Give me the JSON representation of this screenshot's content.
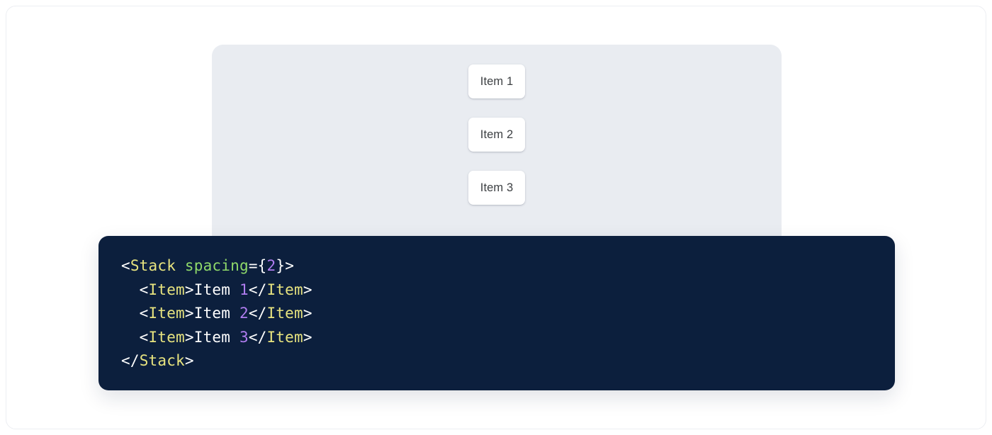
{
  "preview": {
    "panel_name": "component-preview-surface",
    "background_color": "#e9ecf1",
    "items": [
      {
        "label": "Item 1"
      },
      {
        "label": "Item 2"
      },
      {
        "label": "Item 3"
      }
    ]
  },
  "code": {
    "background_color": "#0c1f3d",
    "language": "jsx",
    "plain_text": "<Stack spacing={2}>\n  <Item>Item 1</Item>\n  <Item>Item 2</Item>\n  <Item>Item 3</Item>\n</Stack>",
    "colors": {
      "punctuation": "#ffffff",
      "tag": "#e8e47f",
      "attribute": "#8fd96a",
      "number": "#b07df0",
      "text": "#ffffff"
    },
    "lines": [
      {
        "tokens": [
          {
            "t": "<",
            "k": "punct"
          },
          {
            "t": "Stack",
            "k": "tag"
          },
          {
            "t": " ",
            "k": "punct"
          },
          {
            "t": "spacing",
            "k": "attr"
          },
          {
            "t": "=",
            "k": "punct"
          },
          {
            "t": "{",
            "k": "punct"
          },
          {
            "t": "2",
            "k": "num"
          },
          {
            "t": "}",
            "k": "punct"
          },
          {
            "t": ">",
            "k": "punct"
          }
        ]
      },
      {
        "tokens": [
          {
            "t": "  <",
            "k": "punct"
          },
          {
            "t": "Item",
            "k": "tag"
          },
          {
            "t": ">",
            "k": "punct"
          },
          {
            "t": "Item ",
            "k": "text"
          },
          {
            "t": "1",
            "k": "num"
          },
          {
            "t": "</",
            "k": "punct"
          },
          {
            "t": "Item",
            "k": "tag"
          },
          {
            "t": ">",
            "k": "punct"
          }
        ]
      },
      {
        "tokens": [
          {
            "t": "  <",
            "k": "punct"
          },
          {
            "t": "Item",
            "k": "tag"
          },
          {
            "t": ">",
            "k": "punct"
          },
          {
            "t": "Item ",
            "k": "text"
          },
          {
            "t": "2",
            "k": "num"
          },
          {
            "t": "</",
            "k": "punct"
          },
          {
            "t": "Item",
            "k": "tag"
          },
          {
            "t": ">",
            "k": "punct"
          }
        ]
      },
      {
        "tokens": [
          {
            "t": "  <",
            "k": "punct"
          },
          {
            "t": "Item",
            "k": "tag"
          },
          {
            "t": ">",
            "k": "punct"
          },
          {
            "t": "Item ",
            "k": "text"
          },
          {
            "t": "3",
            "k": "num"
          },
          {
            "t": "</",
            "k": "punct"
          },
          {
            "t": "Item",
            "k": "tag"
          },
          {
            "t": ">",
            "k": "punct"
          }
        ]
      },
      {
        "tokens": [
          {
            "t": "</",
            "k": "punct"
          },
          {
            "t": "Stack",
            "k": "tag"
          },
          {
            "t": ">",
            "k": "punct"
          }
        ]
      }
    ]
  }
}
